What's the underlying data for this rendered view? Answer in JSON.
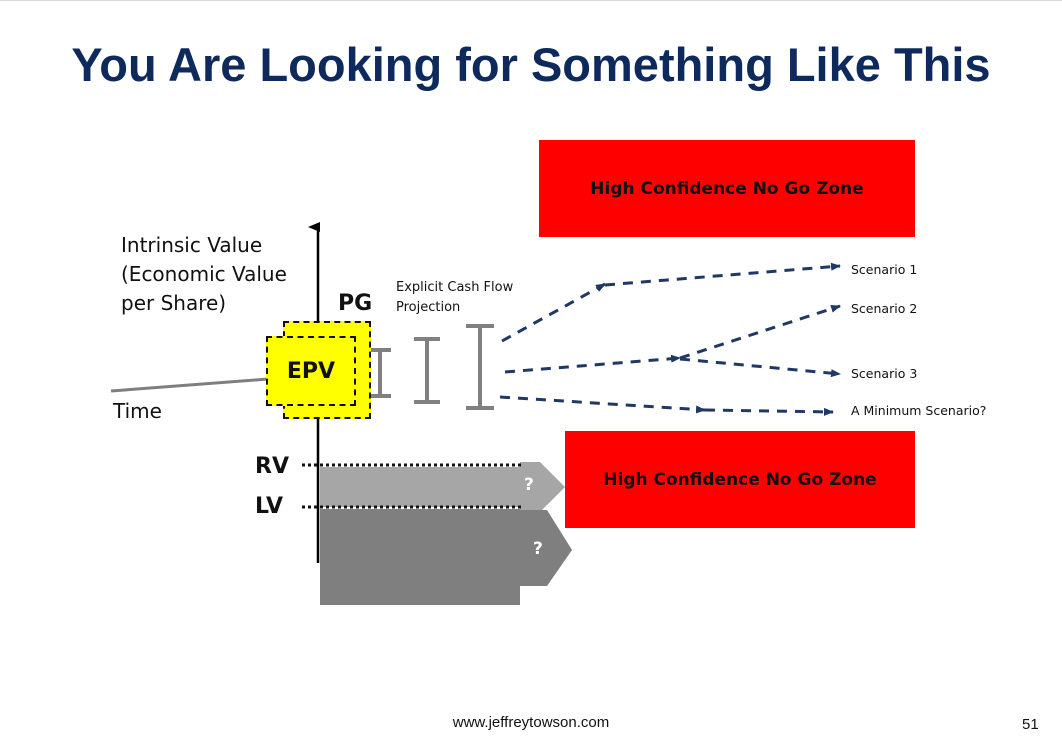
{
  "title": "You Are Looking for Something Like This",
  "zones": {
    "top_label": "High Confidence No Go Zone",
    "bottom_label": "High Confidence No Go Zone"
  },
  "axis": {
    "y_label_lines": [
      "Intrinsic Value",
      "(Economic Value",
      "per Share)"
    ],
    "x_label": "Time"
  },
  "markers": {
    "pg": "PG",
    "epv": "EPV",
    "rv": "RV",
    "lv": "LV"
  },
  "projection_label_lines": [
    "Explicit Cash Flow",
    "Projection"
  ],
  "scenarios": [
    "Scenario 1",
    "Scenario 2",
    "Scenario 3",
    "A Minimum Scenario?"
  ],
  "question_marks": [
    "?",
    "?"
  ],
  "footer": {
    "url": "www.jeffreytowson.com",
    "page_number": "51"
  },
  "colors": {
    "title": "#0e2a5c",
    "no_go": "#ff0000",
    "epv_fill": "#ffff00",
    "dash_arrow": "#1f3864",
    "range_bar": "#808080"
  }
}
